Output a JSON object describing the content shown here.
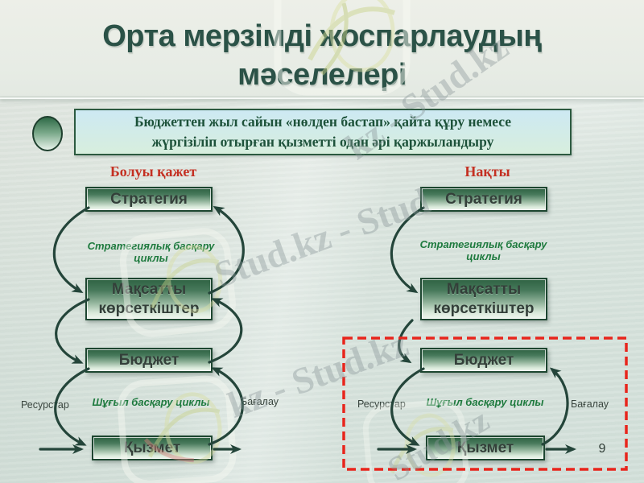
{
  "slide": {
    "title": {
      "line1": "Орта мерзімді жоспарлаудың",
      "line2": "мәселелері"
    },
    "page_number": "9"
  },
  "callout": {
    "line1": "Бюджеттен жыл сайын «нөлден бастап» қайта құру немесе",
    "line2": "жүргізіліп отырған қызметті одан әрі қаржыландыру"
  },
  "left_diagram": {
    "heading": "Болуы қажет",
    "boxes": {
      "strategy": "Стратегия",
      "targets": "Мақсатты көрсеткіштер",
      "budget": "Бюджет",
      "service": "Қызмет"
    },
    "strategic_cycle": "Стратегиялық басқару циклы",
    "operational_cycle": "Шұғыл басқару циклы",
    "resources": "Ресурстар",
    "evaluation": "Бағалау"
  },
  "right_diagram": {
    "heading": "Нақты",
    "boxes": {
      "strategy": "Стратегия",
      "targets": "Мақсатты көрсеткіштер",
      "budget": "Бюджет",
      "service": "Қызмет"
    },
    "strategic_cycle": "Стратегиялық басқару циклы",
    "operational_cycle": "Шұғыл басқару циклы",
    "resources": "Ресурстар",
    "evaluation": "Бағалау"
  },
  "watermark": {
    "w1": "kz - Stud.kz",
    "w2": "Stud.kz - Stud",
    "w3": "kz - Stud.kz",
    "w4": "Stud.kz"
  },
  "colors": {
    "title_green": "#2b5247",
    "heading_red": "#c43022",
    "box_border_green": "#1d4630",
    "arrow_green": "#24453a",
    "cycle_label_green": "#1e7a3e",
    "dashed_box_red": "#e8251c",
    "callout_bg_top": "#cde9f3",
    "callout_bg_bottom": "#d7eedd"
  }
}
